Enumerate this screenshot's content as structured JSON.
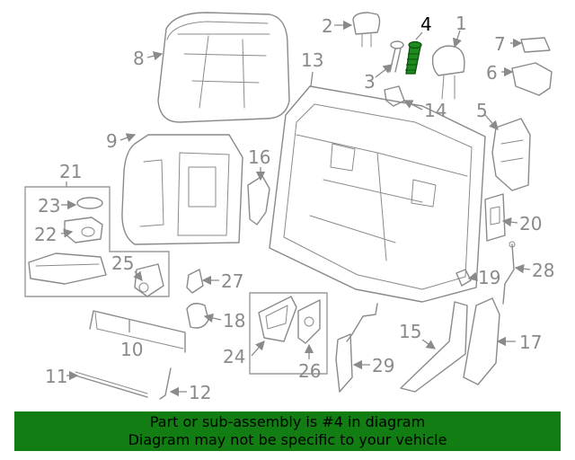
{
  "callouts": {
    "c1": "1",
    "c2": "2",
    "c3": "3",
    "c4": "4",
    "c5": "5",
    "c6": "6",
    "c7": "7",
    "c8": "8",
    "c9": "9",
    "c10": "10",
    "c11": "11",
    "c12": "12",
    "c13": "13",
    "c14": "14",
    "c15": "15",
    "c16": "16",
    "c17": "17",
    "c18": "18",
    "c19": "19",
    "c20": "20",
    "c21": "21",
    "c22": "22",
    "c23": "23",
    "c24": "24",
    "c25": "25",
    "c26": "26",
    "c27": "27",
    "c28": "28",
    "c29": "29"
  },
  "highlight": {
    "part_number": "4",
    "part_color": "#1e8a1e"
  },
  "banner": {
    "line1": "Part or sub-assembly is #4 in diagram",
    "line2": "Diagram may not be specific to your vehicle",
    "background": "#127d12"
  }
}
